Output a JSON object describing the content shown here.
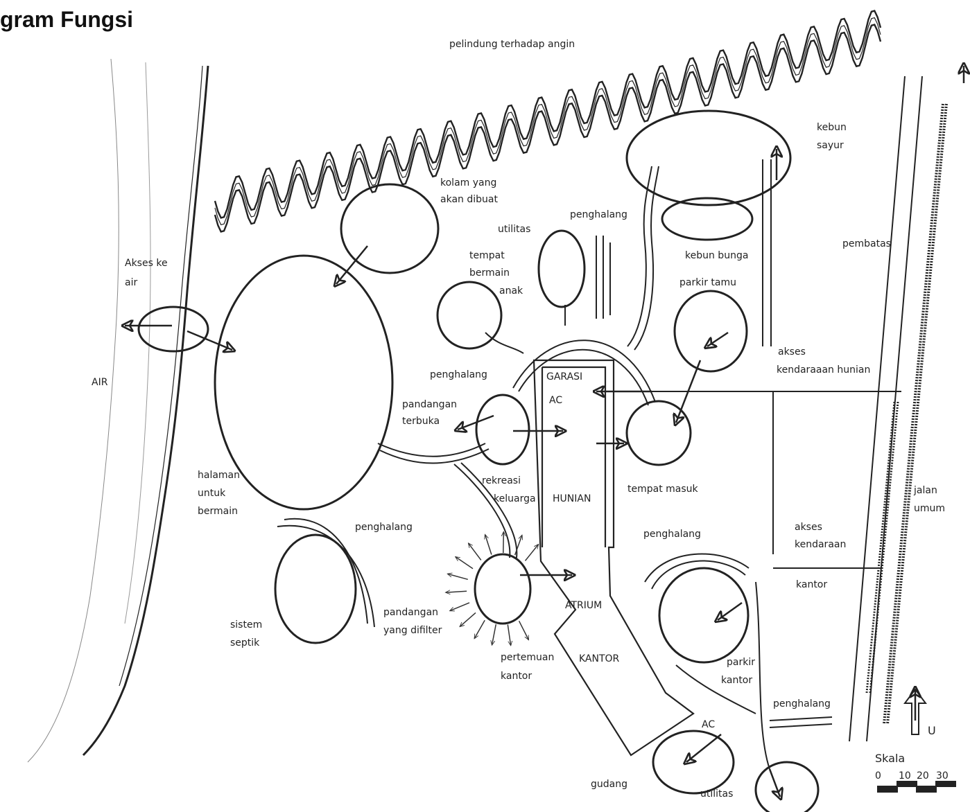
{
  "title": "gram Fungsi",
  "labels": {
    "wind": "pelindung terhadap angin",
    "pond1": "kolam yang",
    "pond2": "akan dibuat",
    "veg1": "kebun",
    "veg2": "sayur",
    "barrier": "penghalang",
    "utilities": "utilitas",
    "flower": "kebun bunga",
    "play1": "tempat",
    "play2": "bermain",
    "play3": "anak",
    "guest": "parkir tamu",
    "divider": "pembatas",
    "water_access1": "Akses ke",
    "water_access2": "air",
    "water": "AIR",
    "vehicle_res1": "akses",
    "vehicle_res2": "kendaraaan hunian",
    "garage": "GARASI",
    "ac": "AC",
    "open_view1": "pandangan",
    "open_view2": "terbuka",
    "entrance": "tempat masuk",
    "yard1": "halaman",
    "yard2": "untuk",
    "yard3": "bermain",
    "recreation1": "rekreasi",
    "recreation2": "keluarga",
    "dwelling": "HUNIAN",
    "road1": "jalan",
    "road2": "umum",
    "vehicle1": "akses",
    "vehicle2": "kendaraan",
    "office": "kantor",
    "septic1": "sistem",
    "septic2": "septik",
    "filtered1": "pandangan",
    "filtered2": "yang difilter",
    "atrium": "ATRIUM",
    "meeting1": "pertemuan",
    "meeting2": "kantor",
    "office_caps": "KANTOR",
    "office_parking1": "parkir",
    "office_parking2": "kantor",
    "storage": "gudang",
    "north": "U",
    "scale": "Skala",
    "scale_ticks": [
      "0",
      "10",
      "20",
      "30"
    ]
  }
}
